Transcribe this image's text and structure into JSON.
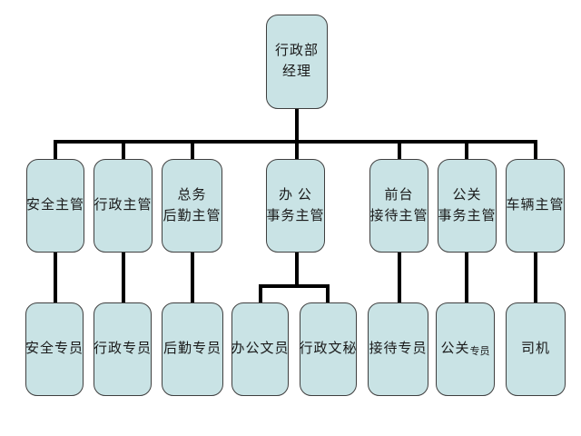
{
  "colors": {
    "background": "#ffffff",
    "box_fill": "#c9e3e5",
    "box_border": "#3f3f3f",
    "connector": "#000000",
    "text": "#1a1a1a"
  },
  "org_chart": {
    "type": "org-chart",
    "nodes": {
      "manager": {
        "lines": [
          "行政部",
          "经理"
        ]
      },
      "safety_sup": {
        "lines": [
          "安全主管"
        ]
      },
      "admin_sup": {
        "lines": [
          "行政主管"
        ]
      },
      "logistics_sup": {
        "lines": [
          "总务",
          "后勤主管"
        ]
      },
      "office_sup": {
        "lines": [
          "办 公",
          "事务主管"
        ]
      },
      "reception_sup": {
        "lines": [
          "前台",
          "接待主管"
        ]
      },
      "pr_sup": {
        "lines": [
          "公关",
          "事务主管"
        ]
      },
      "vehicle_sup": {
        "lines": [
          "车辆主管"
        ]
      },
      "safety_spec": {
        "lines": [
          "安全专员"
        ]
      },
      "admin_spec": {
        "lines": [
          "行政专员"
        ]
      },
      "logistics_spec": {
        "lines": [
          "后勤专员"
        ]
      },
      "office_clerk": {
        "lines": [
          "办公文员"
        ]
      },
      "admin_secretary": {
        "lines": [
          "行政文秘"
        ]
      },
      "reception_spec": {
        "lines": [
          "接待专员"
        ]
      },
      "pr_spec": {
        "part1": "公关",
        "part2": "专员"
      },
      "driver": {
        "lines": [
          "司机"
        ]
      }
    },
    "edges": [
      [
        "manager",
        "safety_sup"
      ],
      [
        "manager",
        "admin_sup"
      ],
      [
        "manager",
        "logistics_sup"
      ],
      [
        "manager",
        "office_sup"
      ],
      [
        "manager",
        "reception_sup"
      ],
      [
        "manager",
        "pr_sup"
      ],
      [
        "manager",
        "vehicle_sup"
      ],
      [
        "safety_sup",
        "safety_spec"
      ],
      [
        "admin_sup",
        "admin_spec"
      ],
      [
        "logistics_sup",
        "logistics_spec"
      ],
      [
        "office_sup",
        "office_clerk"
      ],
      [
        "office_sup",
        "admin_secretary"
      ],
      [
        "reception_sup",
        "reception_spec"
      ],
      [
        "pr_sup",
        "pr_spec"
      ],
      [
        "vehicle_sup",
        "driver"
      ]
    ]
  }
}
